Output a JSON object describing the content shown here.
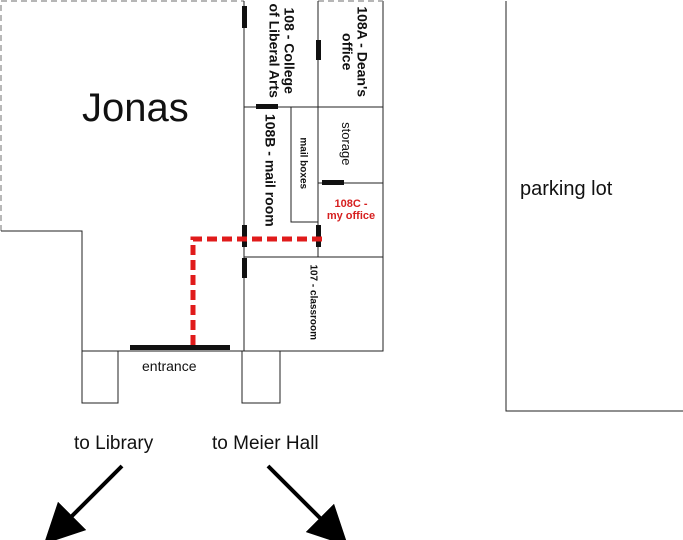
{
  "map": {
    "building_name": "Jonas",
    "rooms": {
      "r108": "108 - College of Liberal Arts",
      "r108a": "108A - Dean's office",
      "r108b": "108B - mail room",
      "mail_boxes": "mail boxes",
      "storage": "storage",
      "r108c_line1": "108C -",
      "r108c_line2": "my office",
      "r107": "107 - classroom"
    },
    "entrance_label": "entrance",
    "parking_label": "parking lot",
    "directions": {
      "library": "to Library",
      "meier": "to Meier Hall"
    },
    "colors": {
      "route": "#e01b1b",
      "highlight_text": "#d61f1f",
      "walls": "#222222",
      "dashed_outline": "#8a8a8a",
      "door": "#111111"
    },
    "icons": {
      "arrow_library": "arrow-down-left-icon",
      "arrow_meier": "arrow-down-right-icon"
    }
  }
}
